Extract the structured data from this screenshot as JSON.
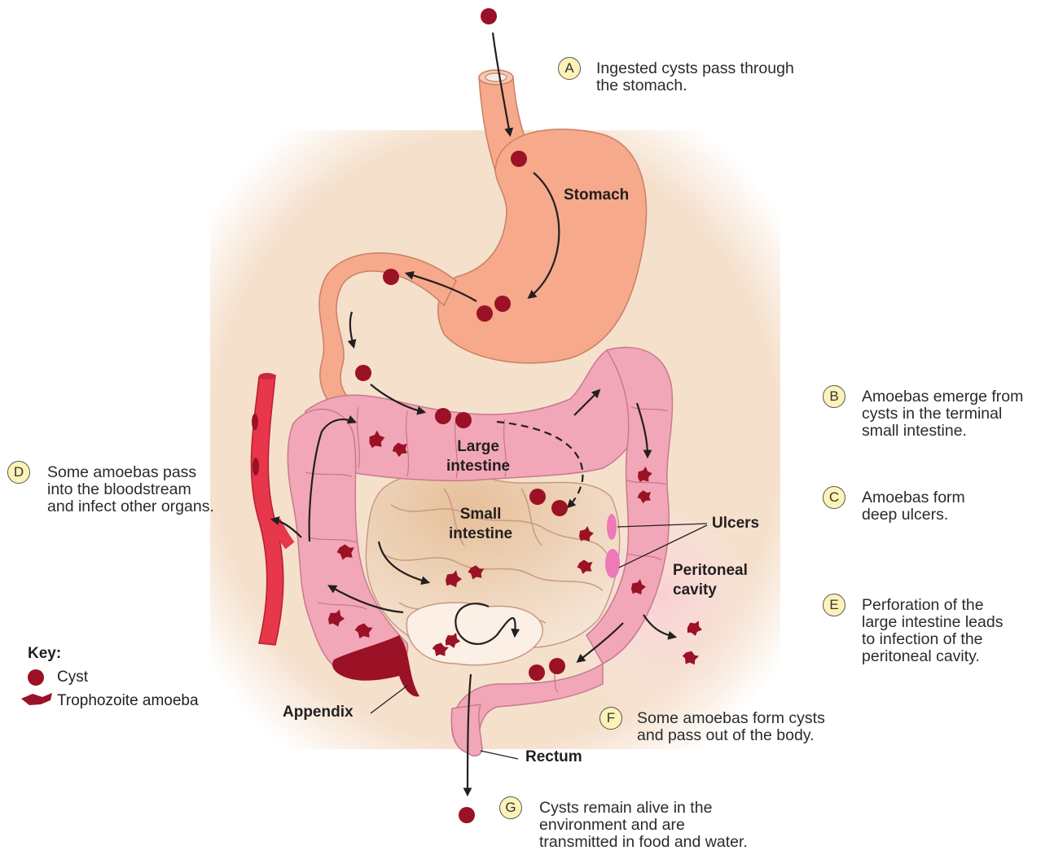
{
  "steps": [
    {
      "letter": "A",
      "text": "Ingested cysts pass through\nthe stomach."
    },
    {
      "letter": "B",
      "text": "Amoebas emerge from\ncysts in the terminal\nsmall intestine."
    },
    {
      "letter": "C",
      "text": "Amoebas form\ndeep ulcers."
    },
    {
      "letter": "D",
      "text": "Some amoebas pass\ninto the bloodstream\nand infect other organs."
    },
    {
      "letter": "E",
      "text": "Perforation of the\nlarge intestine leads\nto infection of the\nperitoneal cavity."
    },
    {
      "letter": "F",
      "text": "Some amoebas form cysts\nand pass out of the body."
    },
    {
      "letter": "G",
      "text": "Cysts remain alive in the\nenvironment and are\ntransmitted in food and water."
    }
  ],
  "labels": {
    "stomach": "Stomach",
    "large_intestine": "Large\nintestine",
    "small_intestine": "Small\nintestine",
    "ulcers": "Ulcers",
    "peritoneal": "Peritoneal\ncavity",
    "appendix": "Appendix",
    "rectum": "Rectum"
  },
  "key": {
    "title": "Key:",
    "cyst": "Cyst",
    "trophozoite": "Trophozoite amoeba"
  },
  "colors": {
    "cyst": "#9b1126",
    "organ_stomach": "#f6a98b",
    "organ_intestine": "#f2a7b8",
    "background": "#f5e0cc",
    "ulcer": "#ee79b8",
    "vessel": "#e8364b"
  }
}
